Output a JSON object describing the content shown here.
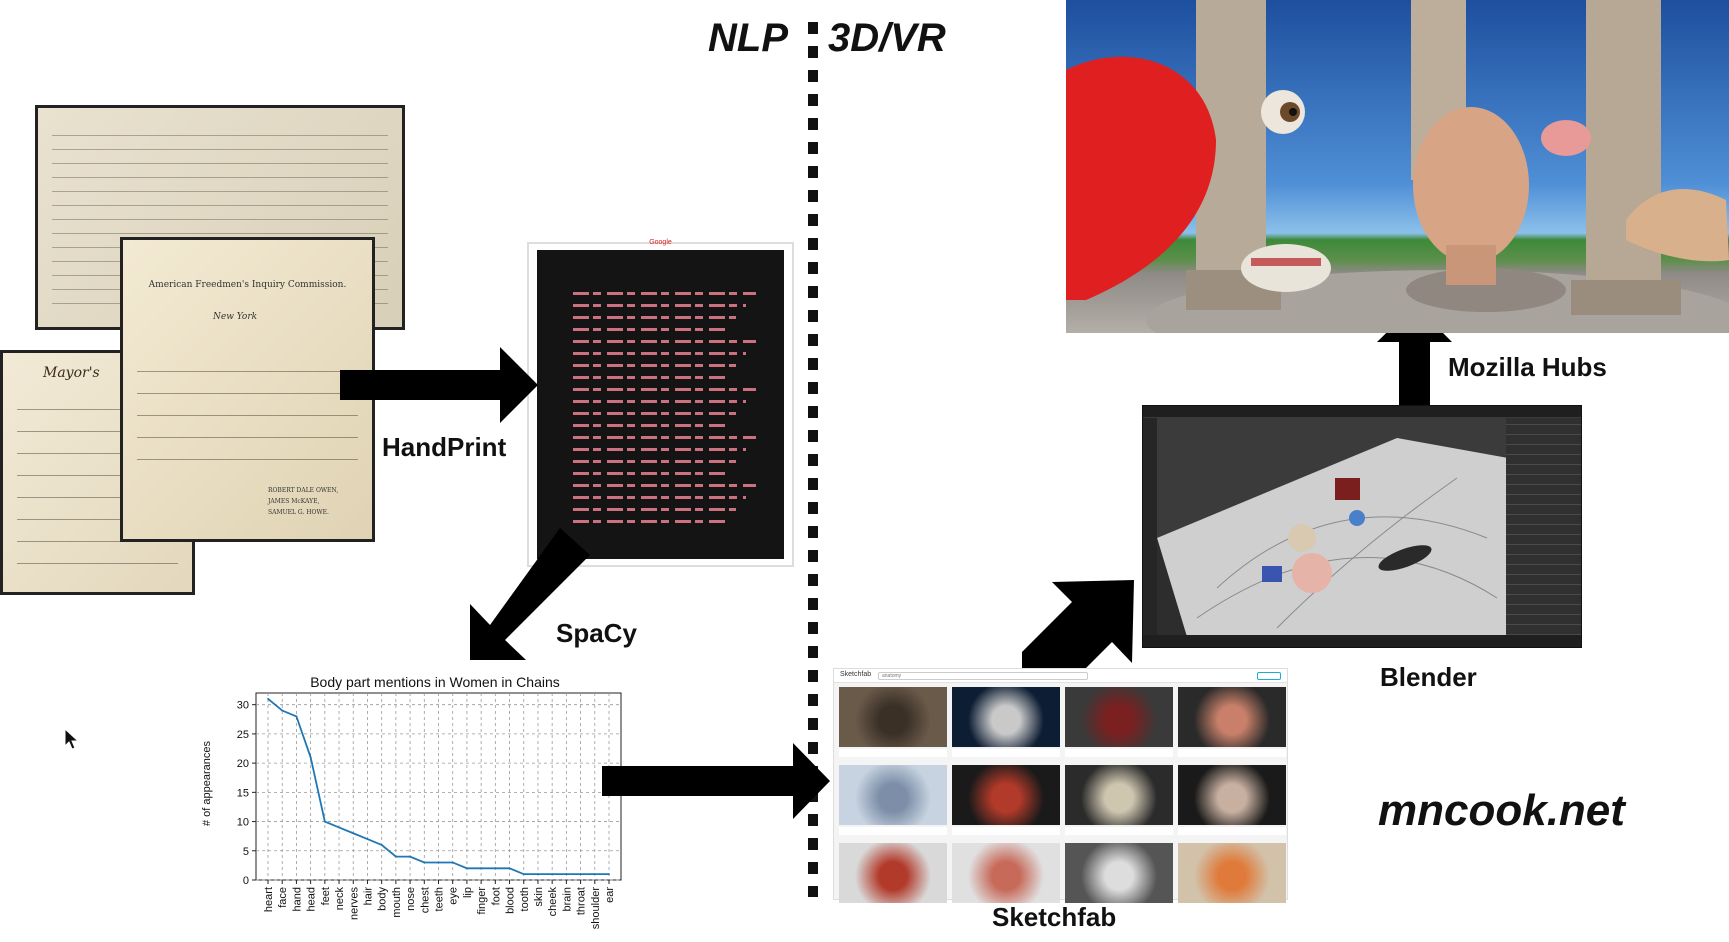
{
  "headings": {
    "left": "NLP",
    "right": "3D/VR"
  },
  "labels": {
    "handprint": "HandPrint",
    "spacy": "SpaCy",
    "sketchfab": "Sketchfab",
    "blender": "Blender",
    "mozilla_hubs": "Mozilla Hubs",
    "website": "mncook.net"
  },
  "documents": {
    "letter_heading": "American Freedmen's Inquiry Commission.",
    "letter_place": "New York",
    "letter_signers": [
      "ROBERT DALE OWEN,",
      "JAMES McKAYE,",
      "SAMUEL G. HOWE."
    ],
    "handwritten_heading": "Mayor's"
  },
  "ocr_image": {
    "tag": "Google"
  },
  "sketchfab_ui": {
    "logo": "Sketchfab",
    "query": "anatomy"
  },
  "chart_data": {
    "type": "line",
    "title": "Body part mentions in Women in Chains",
    "xlabel": "",
    "ylabel": "# of appearances",
    "categories": [
      "heart",
      "face",
      "hand",
      "head",
      "feet",
      "neck",
      "nerves",
      "hair",
      "body",
      "mouth",
      "nose",
      "chest",
      "teeth",
      "eye",
      "lip",
      "finger",
      "foot",
      "blood",
      "tooth",
      "skin",
      "cheek",
      "brain",
      "throat",
      "shoulder",
      "ear"
    ],
    "values": [
      31,
      29,
      28,
      21,
      10,
      9,
      8,
      7,
      6,
      4,
      4,
      3,
      3,
      3,
      2,
      2,
      2,
      2,
      1,
      1,
      1,
      1,
      1,
      1,
      1
    ],
    "ylim": [
      0,
      32
    ],
    "yticks": [
      0,
      5,
      10,
      15,
      20,
      25,
      30
    ],
    "grid": true,
    "line_color": "#1f77b4"
  },
  "colors": {
    "accent_ocr": "#e07b8b",
    "chart_line": "#1f77b4",
    "sketchfab_blue": "#1caad9"
  }
}
